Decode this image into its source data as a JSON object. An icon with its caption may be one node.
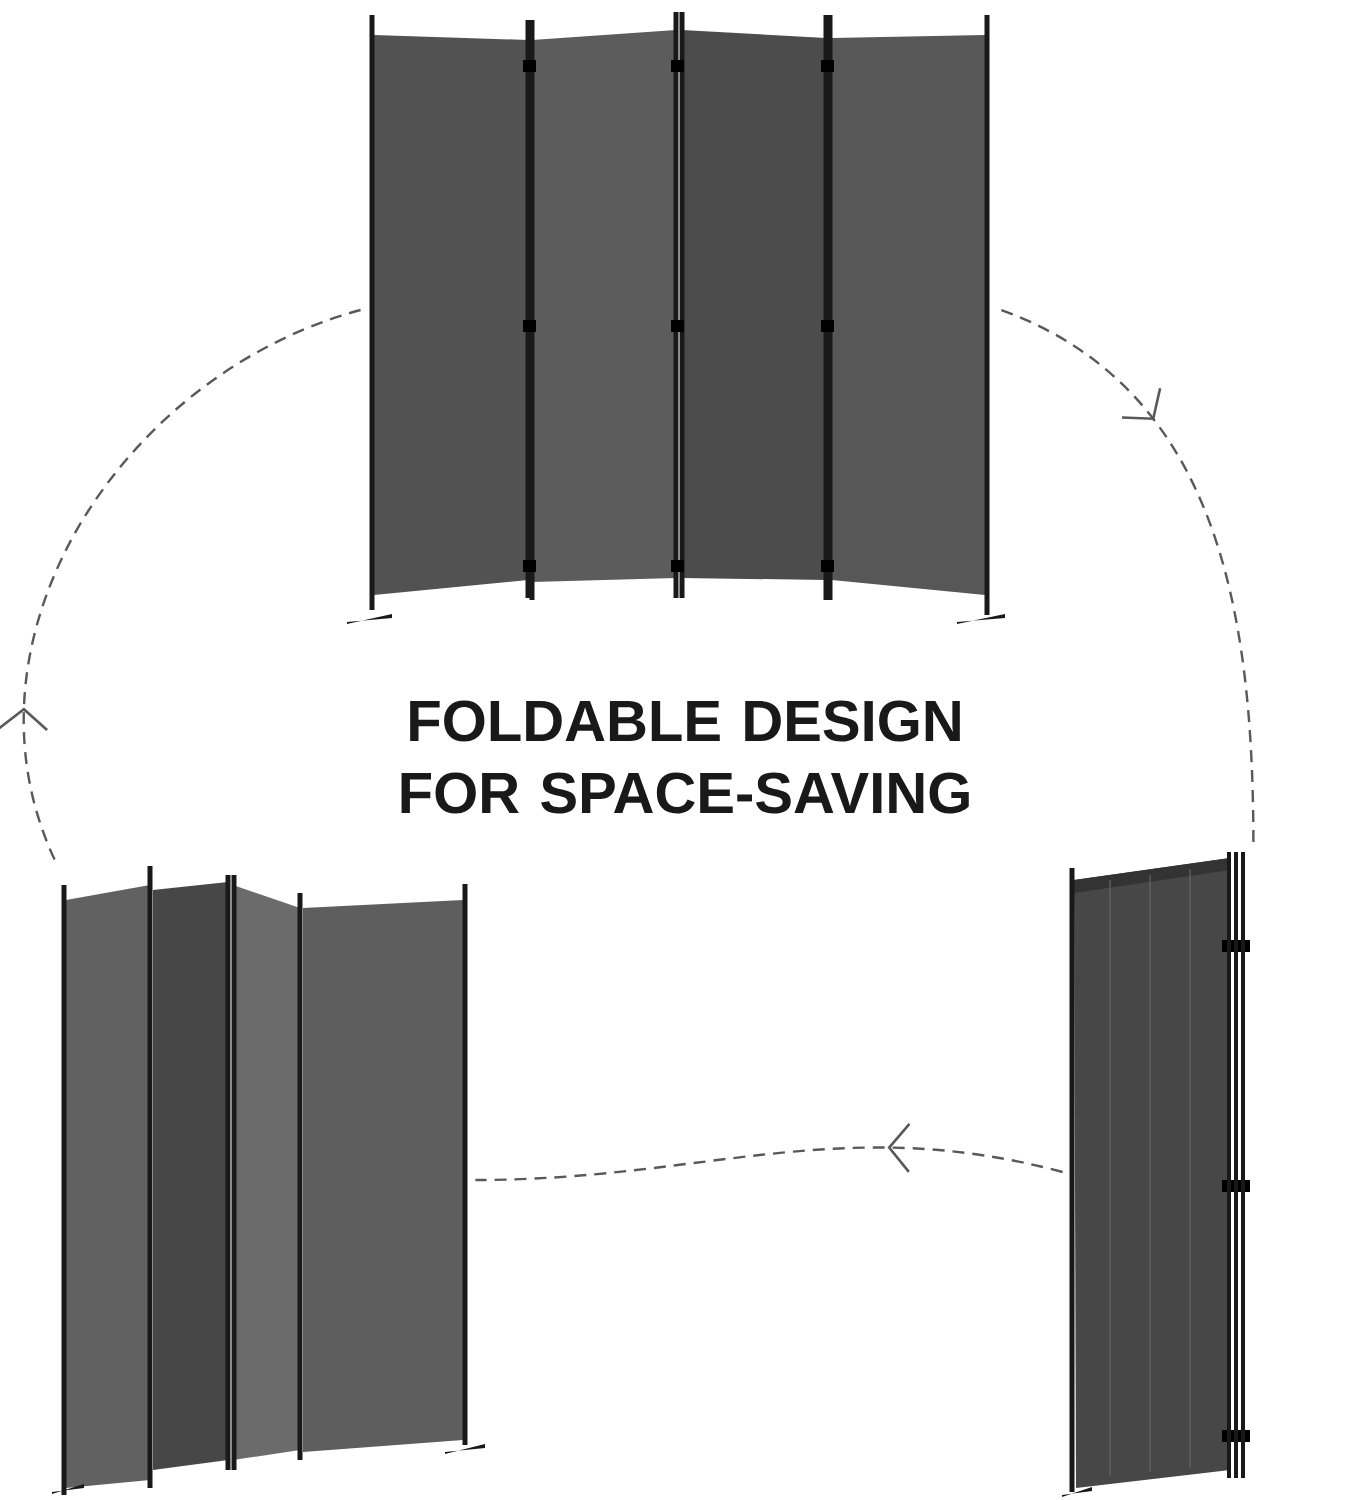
{
  "diagram": {
    "title": "FOLDABLE DESIGN FOR SPACE-SAVING",
    "nodes": [
      {
        "text": [],
        "shape": "picture"
      },
      {
        "text": [],
        "shape": "picture"
      },
      {
        "text": [],
        "shape": "picture"
      }
    ],
    "edges": [
      {
        "from": 0,
        "to": 2,
        "arrow": "to",
        "style": "dashed"
      },
      {
        "from": 2,
        "to": 1,
        "arrow": "to",
        "style": "dashed"
      },
      {
        "from": 1,
        "to": 0,
        "arrow": "to",
        "style": "dashed"
      }
    ]
  }
}
